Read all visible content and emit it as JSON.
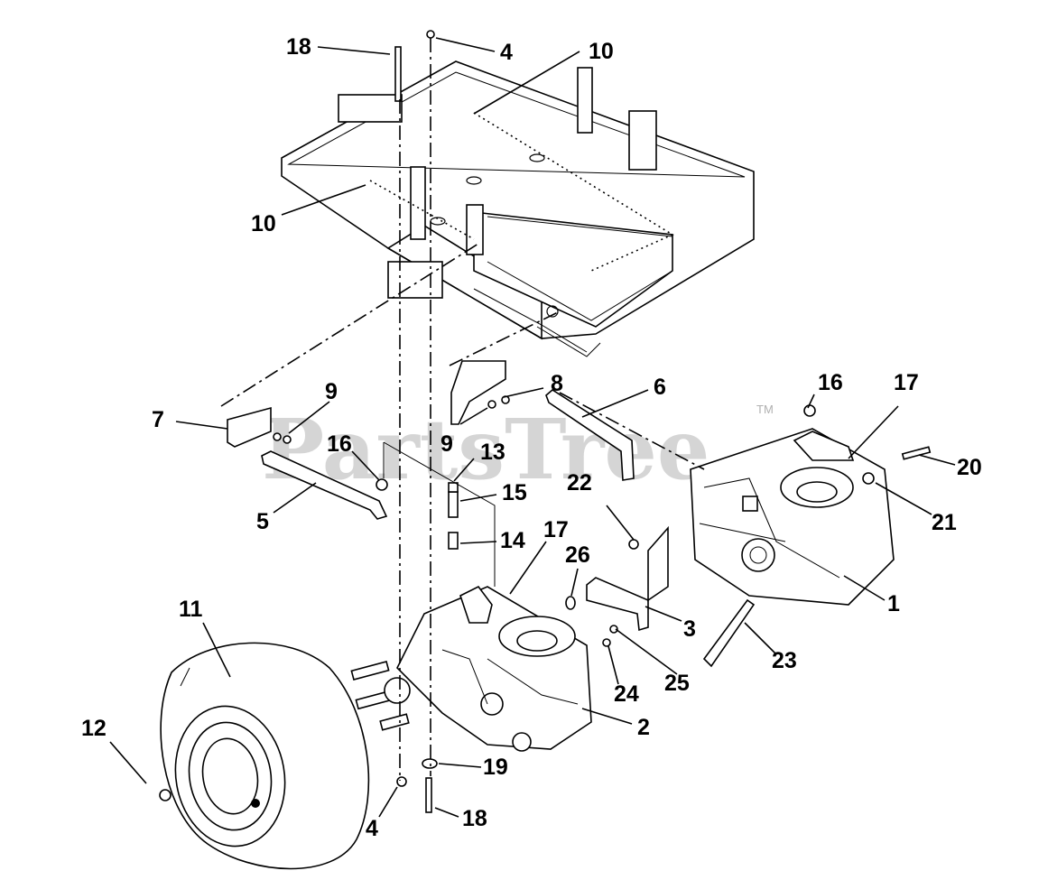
{
  "watermark": {
    "brand": "PartsTree",
    "trademark": "TM"
  },
  "callouts": [
    "18",
    "4",
    "10",
    "10",
    "9",
    "7",
    "8",
    "6",
    "16",
    "17",
    "9",
    "16",
    "13",
    "15",
    "5",
    "14",
    "22",
    "17",
    "26",
    "20",
    "21",
    "11",
    "1",
    "3",
    "23",
    "24",
    "25",
    "2",
    "12",
    "19",
    "4",
    "18"
  ],
  "icons": [
    "chassis-frame",
    "hydro-transaxle-right",
    "hydro-transaxle-left",
    "tire-wheel"
  ]
}
